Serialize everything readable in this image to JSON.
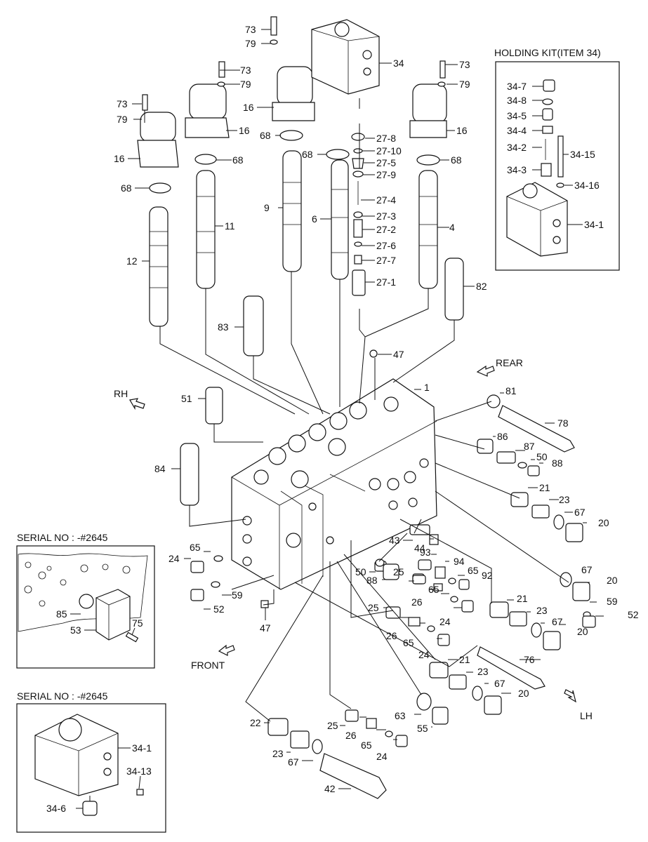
{
  "labels": {
    "p73a": "73",
    "p79a": "79",
    "p16a": "16",
    "p68a": "68",
    "p73b": "73",
    "p79b": "79",
    "p16b": "16",
    "p68b": "68",
    "p73c": "73",
    "p79c": "79",
    "p16c": "16",
    "p68c": "68",
    "p73d": "73",
    "p79d": "79",
    "p16d": "16",
    "p68d": "68",
    "p68e": "68",
    "p34": "34",
    "p27_8": "27-8",
    "p27_10": "27-10",
    "p27_5": "27-5",
    "p27_9": "27-9",
    "p27_4": "27-4",
    "p27_3": "27-3",
    "p27_2": "27-2",
    "p27_6": "27-6",
    "p27_7": "27-7",
    "p27_1": "27-1",
    "p9": "9",
    "p6": "6",
    "p11": "11",
    "p12": "12",
    "p4": "4",
    "p82": "82",
    "p83": "83",
    "p47a": "47",
    "p1": "1",
    "p51": "51",
    "p84": "84",
    "p81": "81",
    "p78": "78",
    "p86": "86",
    "p87": "87",
    "p50a": "50",
    "p88a": "88",
    "p21a": "21",
    "p23a": "23",
    "p67a": "67",
    "p20a": "20",
    "p65a": "65",
    "p24a": "24",
    "p59a": "59",
    "p52a": "52",
    "p47b": "47",
    "p43": "43",
    "p44": "44",
    "p93": "93",
    "p94": "94",
    "p65b": "65",
    "p92": "92",
    "p50b": "50",
    "p88b": "88",
    "p25a": "25",
    "p26a": "26",
    "p65c": "65",
    "p24b": "24",
    "p67b": "67",
    "p20b": "20",
    "p59b": "59",
    "p52b": "52",
    "p21b": "21",
    "p23b": "23",
    "p67c": "67",
    "p20c": "20",
    "p25b": "25",
    "p26b": "26",
    "p65d": "65",
    "p24c": "24",
    "p76": "76",
    "p21c": "21",
    "p23c": "23",
    "p67d": "67",
    "p20d": "20",
    "p63": "63",
    "p55": "55",
    "p25c": "25",
    "p26c": "26",
    "p65e": "65",
    "p24d": "24",
    "p22": "22",
    "p23d": "23",
    "p67e": "67",
    "p42": "42",
    "hk_7": "34-7",
    "hk_8": "34-8",
    "hk_5": "34-5",
    "hk_4": "34-4",
    "hk_2": "34-2",
    "hk_15": "34-15",
    "hk_3": "34-3",
    "hk_16": "34-16",
    "hk_1": "34-1",
    "s1_85": "85",
    "s1_53": "53",
    "s1_75": "75",
    "s2_341": "34-1",
    "s2_3413": "34-13",
    "s2_346": "34-6"
  },
  "headers": {
    "holding_kit": "HOLDING KIT(ITEM 34)",
    "serial1": "SERIAL NO : -#2645",
    "serial2": "SERIAL NO : -#2645"
  },
  "directions": {
    "rear": "REAR",
    "rh": "RH",
    "front": "FRONT",
    "lh": "LH"
  }
}
